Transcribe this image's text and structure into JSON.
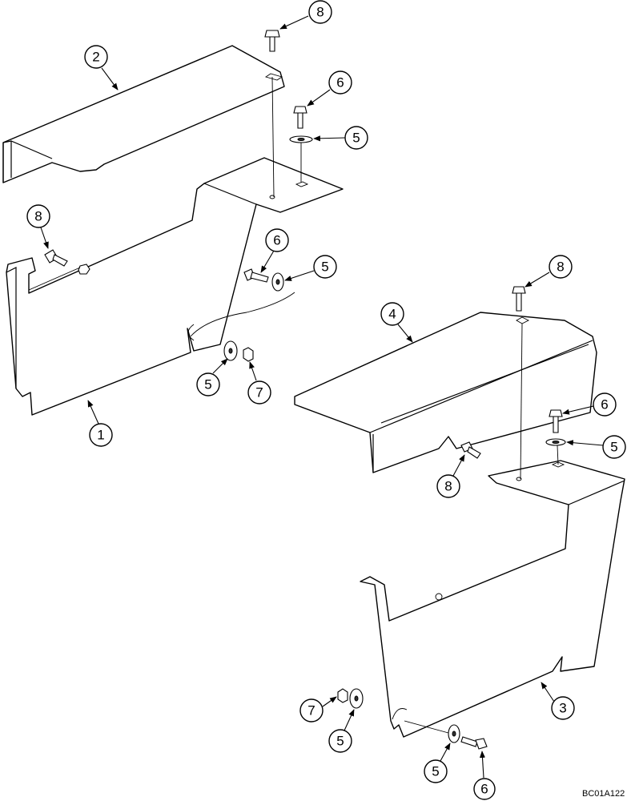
{
  "diagram": {
    "reference_code": "BC01A122",
    "callouts": [
      {
        "id": "c1",
        "label": "1"
      },
      {
        "id": "c2",
        "label": "2"
      },
      {
        "id": "c3",
        "label": "3"
      },
      {
        "id": "c4",
        "label": "4"
      },
      {
        "id": "c5a",
        "label": "5"
      },
      {
        "id": "c5b",
        "label": "5"
      },
      {
        "id": "c5c",
        "label": "5"
      },
      {
        "id": "c5d",
        "label": "5"
      },
      {
        "id": "c5e",
        "label": "5"
      },
      {
        "id": "c5f",
        "label": "5"
      },
      {
        "id": "c6a",
        "label": "6"
      },
      {
        "id": "c6b",
        "label": "6"
      },
      {
        "id": "c6c",
        "label": "6"
      },
      {
        "id": "c6d",
        "label": "6"
      },
      {
        "id": "c7a",
        "label": "7"
      },
      {
        "id": "c7b",
        "label": "7"
      },
      {
        "id": "c8a",
        "label": "8"
      },
      {
        "id": "c8b",
        "label": "8"
      },
      {
        "id": "c8c",
        "label": "8"
      },
      {
        "id": "c8d",
        "label": "8"
      }
    ]
  }
}
